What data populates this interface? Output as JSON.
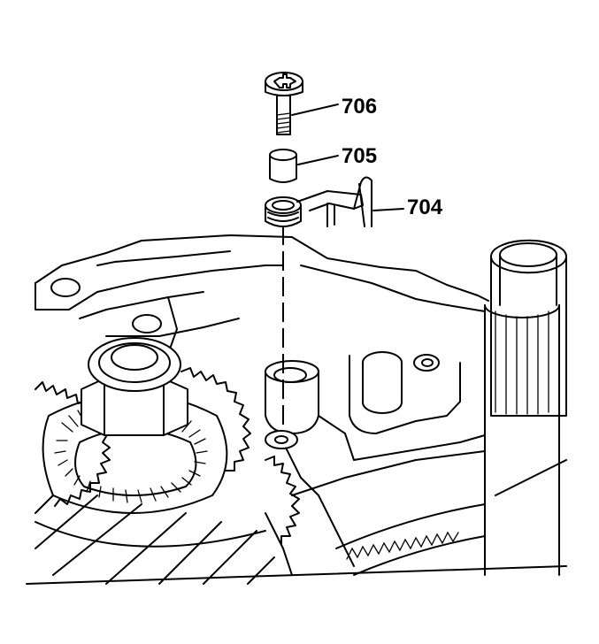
{
  "callouts": [
    {
      "id": "706",
      "label": "706"
    },
    {
      "id": "705",
      "label": "705"
    },
    {
      "id": "704",
      "label": "704"
    }
  ],
  "colors": {
    "line": "#000000",
    "background": "#ffffff"
  }
}
